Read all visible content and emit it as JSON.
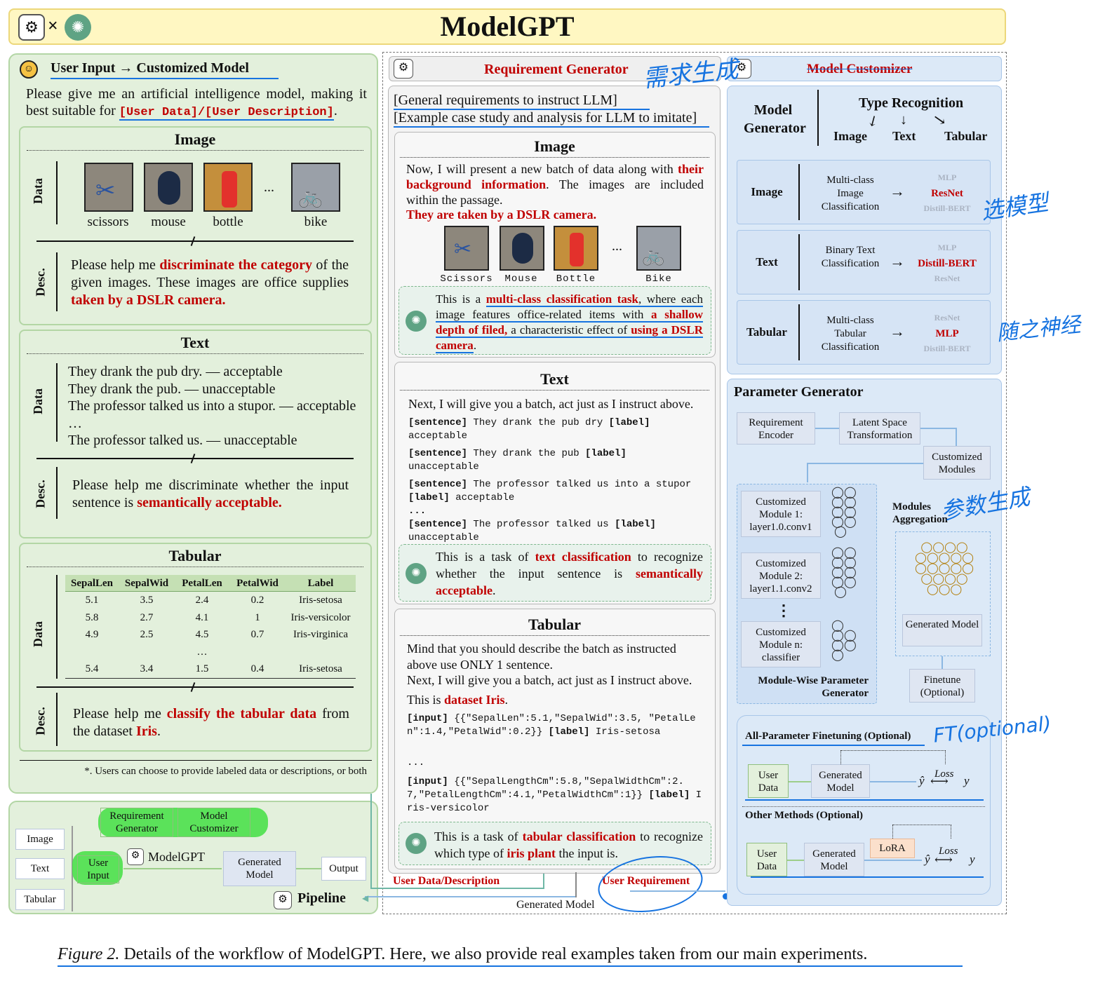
{
  "title": "ModelGPT",
  "left": {
    "header": "User Input → Customized Model",
    "prompt_pre": "Please give me an artificial intelligence model, making it best suitable for",
    "prompt_code": "[User Data]/[User Description]",
    "prompt_end": ".",
    "data_label": "Data",
    "desc_label": "Desc.",
    "image": {
      "title": "Image",
      "captions": [
        "scissors",
        "mouse",
        "bottle",
        "bike"
      ],
      "ellipsis": "...",
      "desc": [
        "Please help me ",
        "discriminate the category",
        " of the given images. These images are office supplies ",
        "taken by a DSLR camera."
      ]
    },
    "text": {
      "title": "Text",
      "lines": [
        "They drank the pub dry. — acceptable",
        "They drank the pub. — unacceptable",
        "The professor talked us into a stupor. — acceptable",
        "…",
        "The professor talked us. — unacceptable"
      ],
      "desc": [
        "Please help me discriminate whether the input sentence is ",
        "semantically acceptable."
      ]
    },
    "tabular": {
      "title": "Tabular",
      "headers": [
        "SepalLen",
        "SepalWid",
        "PetalLen",
        "PetalWid",
        "Label"
      ],
      "rows": [
        [
          "5.1",
          "3.5",
          "2.4",
          "0.2",
          "Iris-setosa"
        ],
        [
          "5.8",
          "2.7",
          "4.1",
          "1",
          "Iris-versicolor"
        ],
        [
          "4.9",
          "2.5",
          "4.5",
          "0.7",
          "Iris-virginica"
        ],
        [
          "",
          "",
          "…",
          "",
          ""
        ],
        [
          "5.4",
          "3.4",
          "1.5",
          "0.4",
          "Iris-setosa"
        ]
      ],
      "desc": [
        "Please help me ",
        "classify the tabular data",
        " from the dataset ",
        "Iris",
        "."
      ]
    },
    "footnote": "*. Users can choose to provide labeled data or descriptions, or both"
  },
  "pipeline": {
    "inputs": [
      "Image",
      "Text",
      "Tabular"
    ],
    "user_input": "User Input",
    "req_gen": "Requirement Generator",
    "model_cust": "Model Customizer",
    "modelgpt": "ModelGPT",
    "generated": "Generated Model",
    "output": "Output",
    "label": "Pipeline"
  },
  "middle": {
    "header": "Requirement Generator",
    "general": "[General requirements to instruct LLM]",
    "example": "[Example case study and analysis for LLM to imitate]",
    "image": {
      "title": "Image",
      "p1": [
        "Now, I will present a new batch of data along with ",
        "their background information",
        ". The images are included within the passage."
      ],
      "p2": "They are taken by a DSLR camera.",
      "captions": [
        "Scissors",
        "Mouse",
        "Bottle",
        "Bike"
      ],
      "ellipsis": "...",
      "resp": [
        "This is a ",
        "multi-class classification task",
        ", where each image features office-related items with ",
        "a shallow depth of filed,",
        " a characteristic effect of ",
        "using a DSLR camera",
        "."
      ]
    },
    "text": {
      "title": "Text",
      "intro": "Next, I will give you a batch, act just as I instruct above.",
      "code": [
        [
          "[sentence]",
          " They drank the pub dry ",
          "[label]",
          " acceptable"
        ],
        [
          "[sentence]",
          " They drank the pub ",
          "[label]",
          " unacceptable"
        ],
        [
          "[sentence]",
          " The professor talked us into a stupor ",
          "[label]",
          " acceptable"
        ],
        [
          "...",
          "",
          "",
          ""
        ],
        [
          "[sentence]",
          " The professor talked us ",
          "[label]",
          " unacceptable"
        ]
      ],
      "resp": [
        "This is a task of ",
        "text classification",
        " to recognize whether the input sentence is ",
        "semantically acceptable",
        "."
      ]
    },
    "tabular": {
      "title": "Tabular",
      "p1": "Mind that you should describe the batch as instructed above use ONLY 1 sentence.",
      "p2": "Next, I will give you a batch, act just as I instruct above.",
      "p3": [
        "This is ",
        "dataset Iris",
        "."
      ],
      "code1": [
        "[input]",
        " {{\"SepalLen\":5.1,\"SepalWid\":3.5, \"PetalLen\":1.4,\"PetalWid\":0.2}} ",
        "[label]",
        " Iris-setosa"
      ],
      "dots": "...",
      "code2": [
        "[input]",
        " {{\"SepalLengthCm\":5.8,\"SepalWidthCm\":2.7,\"PetalLengthCm\":4.1,\"PetalWidthCm\":1}} ",
        "[label]",
        " Iris-versicolor"
      ],
      "resp": [
        "This is a task of ",
        "tabular classification",
        " to recognize which type of ",
        "iris plant",
        " the input is."
      ]
    },
    "bottom_left": "User Data/Description",
    "bottom_right": "User Requirement",
    "bottom_center": "Generated Model"
  },
  "right": {
    "header": "Model Customizer",
    "model_gen": "Model Generator",
    "type_rec": "Type Recognition",
    "types": [
      "Image",
      "Text",
      "Tabular"
    ],
    "rows": [
      {
        "name": "Image",
        "task": "Multi-class Image Classification",
        "opts": [
          "MLP",
          "ResNet",
          "Distill-BERT"
        ]
      },
      {
        "name": "Text",
        "task": "Binary Text Classification",
        "opts": [
          "MLP",
          "Distill-BERT",
          "ResNet"
        ]
      },
      {
        "name": "Tabular",
        "task": "Multi-class Tabular Classification",
        "opts": [
          "ResNet",
          "MLP",
          "Distill-BERT"
        ]
      }
    ],
    "param_gen": "Parameter Generator",
    "req_enc": "Requirement Encoder",
    "latent": "Latent Space Transformation",
    "cust_mod": "Customized Modules",
    "mods": [
      "Customized Module 1: layer1.0.conv1",
      "Customized Module 2: layer1.1.conv2",
      "Customized Module n: classifier"
    ],
    "vdots": "⋮",
    "mw": "Module-Wise Parameter Generator",
    "mod_agg": "Modules Aggregation",
    "gen_model": "Generated Model",
    "finetune": "Finetune (Optional)",
    "all_param": "All-Parameter Finetuning (Optional)",
    "other": "Other Methods (Optional)",
    "user_data": "User Data",
    "lora": "LoRA",
    "loss": "Loss",
    "yhat": "ŷ",
    "y": "y"
  },
  "annotations": [
    "需求生成",
    "选模型",
    "随之神经",
    "参数生成",
    "FT(optional)"
  ],
  "caption_label": "Figure 2.",
  "caption": " Details of the workflow of ModelGPT. Here, we also provide real examples taken from our main experiments."
}
